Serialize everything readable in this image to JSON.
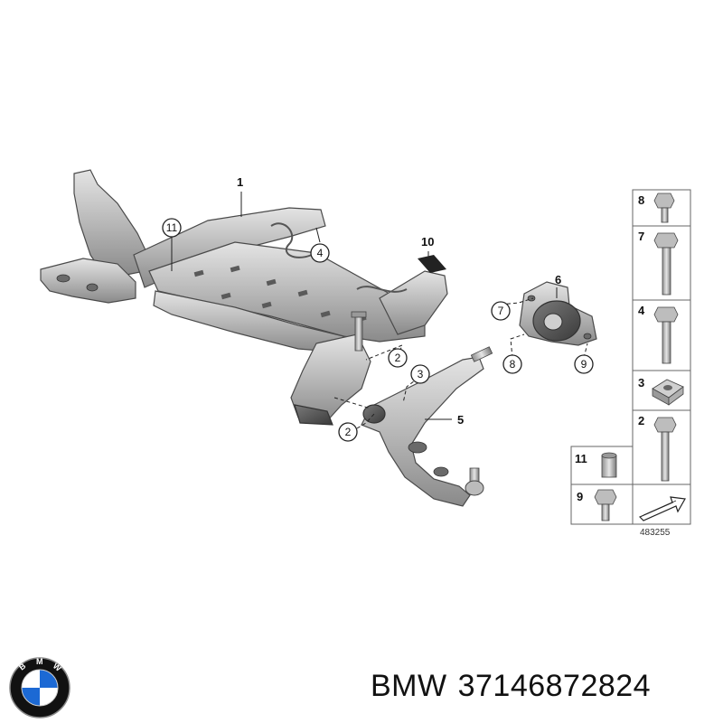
{
  "callouts": {
    "c1": "1",
    "c2a": "2",
    "c2b": "2",
    "c3": "3",
    "c4": "4",
    "c5": "5",
    "c6": "6",
    "c7": "7",
    "c8": "8",
    "c9": "9",
    "c10": "10",
    "c11": "11"
  },
  "legend": {
    "right_column": [
      "8",
      "7",
      "4",
      "3",
      "2"
    ],
    "left_column": [
      "11",
      "9"
    ]
  },
  "diagram_id": "483255",
  "brand": "BMW",
  "part_number": "37146872824",
  "logo": {
    "name": "bmw-roundel",
    "text": "BMW",
    "colors": {
      "blue": "#1c69d4",
      "white": "#ffffff",
      "ring": "#111111"
    }
  }
}
